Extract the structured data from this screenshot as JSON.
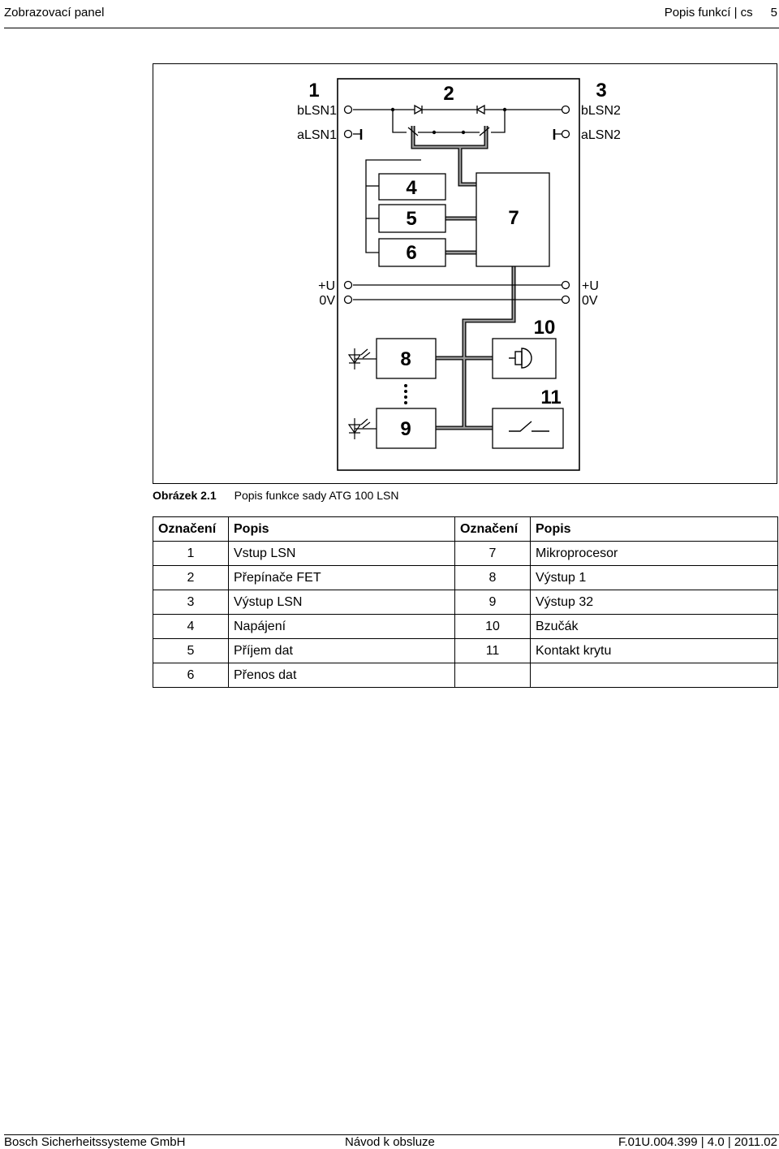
{
  "header": {
    "left": "Zobrazovací panel",
    "right": "Popis funkcí | cs",
    "page": "5"
  },
  "figure": {
    "labels": {
      "n1": "1",
      "n2": "2",
      "n3": "3",
      "blsn1": "bLSN1",
      "alsn1": "aLSN1",
      "blsn2": "bLSN2",
      "alsn2": "aLSN2",
      "n4": "4",
      "n5": "5",
      "n6": "6",
      "n7": "7",
      "plus_u_left": "+U",
      "zero_v_left": "0V",
      "plus_u_right": "+U",
      "zero_v_right": "0V",
      "n8": "8",
      "n9": "9",
      "n10": "10",
      "n11": "11"
    }
  },
  "caption": {
    "label": "Obrázek 2.1",
    "text": "Popis funkce sady ATG 100 LSN"
  },
  "table": {
    "headers": [
      "Označení",
      "Popis",
      "Označení",
      "Popis"
    ],
    "rows": [
      [
        "1",
        "Vstup LSN",
        "7",
        "Mikroprocesor"
      ],
      [
        "2",
        "Přepínače FET",
        "8",
        "Výstup 1"
      ],
      [
        "3",
        "Výstup LSN",
        "9",
        "Výstup 32"
      ],
      [
        "4",
        "Napájení",
        "10",
        "Bzučák"
      ],
      [
        "5",
        "Příjem dat",
        "11",
        "Kontakt krytu"
      ],
      [
        "6",
        "Přenos dat",
        "",
        ""
      ]
    ]
  },
  "footer": {
    "left": "Bosch Sicherheitssysteme GmbH",
    "middle": "Návod k obsluze",
    "right": "F.01U.004.399 | 4.0 | 2011.02"
  }
}
